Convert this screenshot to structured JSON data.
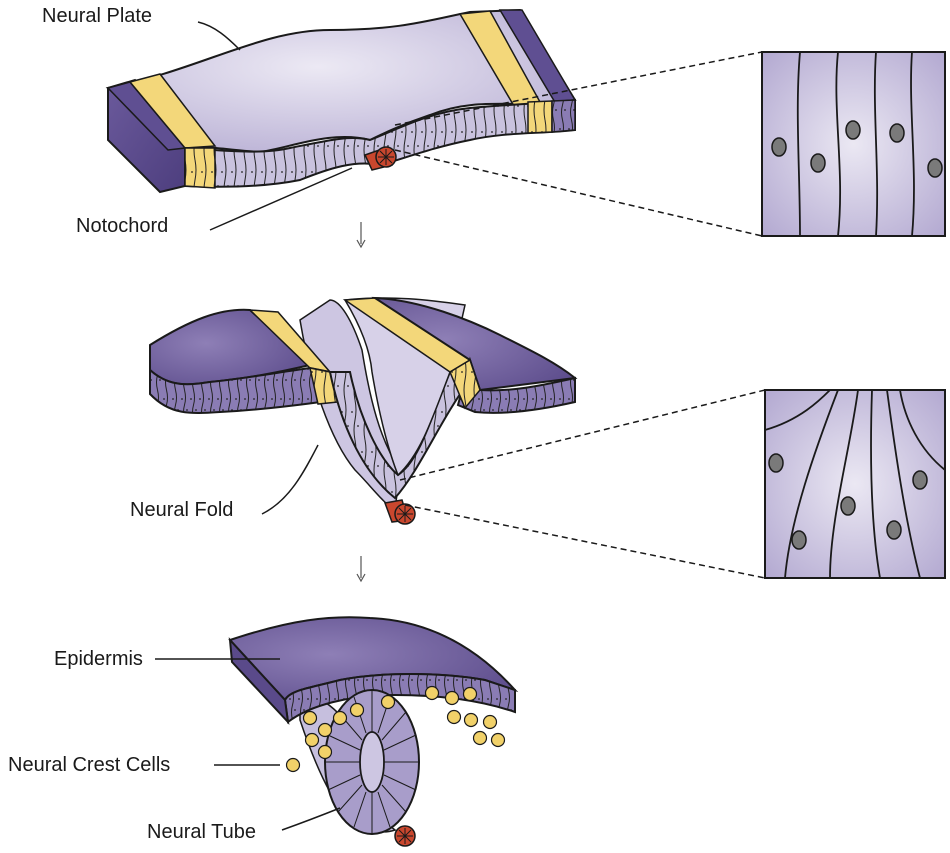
{
  "labels": {
    "neural_plate": "Neural Plate",
    "notochord": "Notochord",
    "neural_fold": "Neural Fold",
    "epidermis": "Epidermis",
    "neural_crest_cells": "Neural Crest Cells",
    "neural_tube": "Neural Tube"
  },
  "colors": {
    "epidermis_dark": "#5b4a8c",
    "epidermis_light": "#8e7fb6",
    "neural_plate_surface": "#cfc8e3",
    "neural_plate_highlight": "#e6e2f1",
    "border_band": "#f3d77a",
    "notochord": "#c9472e",
    "crest_cell": "#f1d169",
    "nucleus": "#7a7a7a",
    "outline": "#1a1a1a"
  },
  "stages": [
    "neural-plate-stage",
    "neural-fold-stage",
    "neural-tube-stage"
  ]
}
